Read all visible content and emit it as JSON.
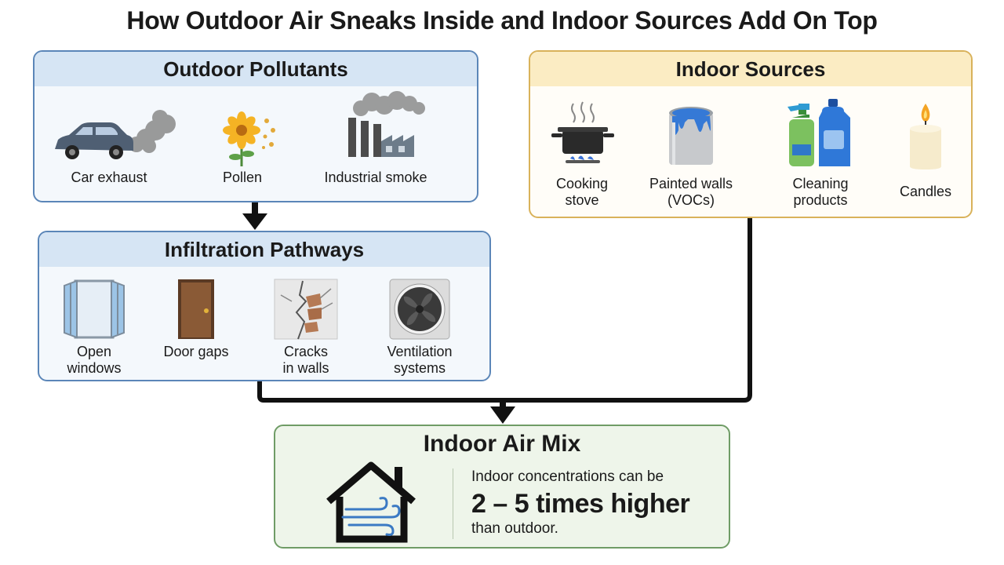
{
  "title": "How Outdoor Air Sneaks Inside and Indoor Sources Add On Top",
  "outdoor": {
    "heading": "Outdoor Pollutants",
    "items": [
      {
        "label": "Car exhaust",
        "icon": "car-exhaust-icon"
      },
      {
        "label": "Pollen",
        "icon": "flower-pollen-icon"
      },
      {
        "label": "Industrial smoke",
        "icon": "factory-smoke-icon"
      }
    ]
  },
  "indoor": {
    "heading": "Indoor Sources",
    "items": [
      {
        "line1": "Cooking",
        "line2": "stove",
        "icon": "cooking-pot-icon"
      },
      {
        "line1": "Painted walls",
        "line2": "(VOCs)",
        "icon": "paint-can-icon"
      },
      {
        "line1": "Cleaning",
        "line2": "products",
        "icon": "cleaning-bottles-icon"
      },
      {
        "line1": "Candles",
        "line2": "",
        "icon": "candle-icon"
      }
    ]
  },
  "pathways": {
    "heading": "Infiltration Pathways",
    "items": [
      {
        "line1": "Open",
        "line2": "windows",
        "icon": "window-icon"
      },
      {
        "line1": "Door gaps",
        "line2": "",
        "icon": "door-icon"
      },
      {
        "line1": "Cracks",
        "line2": "in walls",
        "icon": "cracked-wall-icon"
      },
      {
        "line1": "Ventilation",
        "line2": "systems",
        "icon": "fan-vent-icon"
      }
    ]
  },
  "mix": {
    "heading": "Indoor Air Mix",
    "line1": "Indoor concentrations can be",
    "highlight": "2 – 5 times higher",
    "line2": "than outdoor.",
    "icon": "house-wind-icon"
  },
  "colors": {
    "blue_border": "#5b86b8",
    "blue_header": "#d6e5f4",
    "yellow_border": "#d9b25a",
    "yellow_header": "#fbecc3",
    "green_border": "#6f9c66",
    "green_fill": "#eef5ea",
    "arrow": "#111111"
  }
}
